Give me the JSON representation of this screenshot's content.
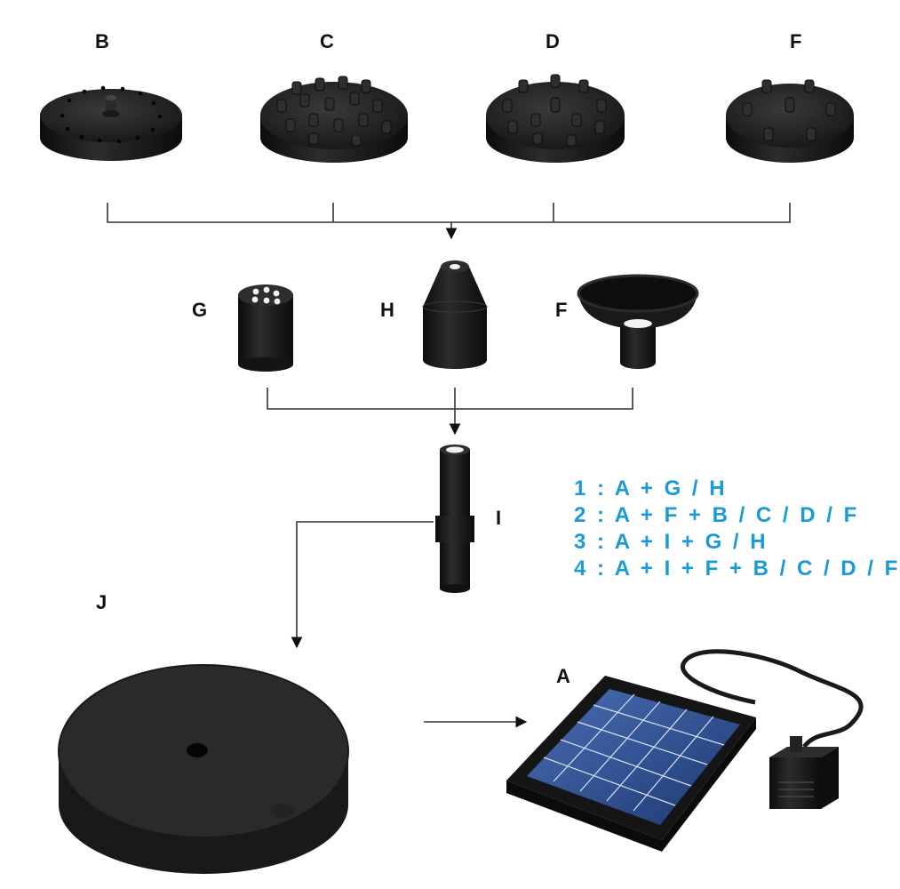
{
  "labels": {
    "b": "B",
    "c": "C",
    "d": "D",
    "f_top": "F",
    "g": "G",
    "h": "H",
    "f_mid": "F",
    "i": "I",
    "j": "J",
    "a": "A"
  },
  "combinations": [
    "1 : A + G / H",
    "2 : A + F + B / C / D / F",
    "3 : A + I + G / H",
    "4 : A + I + F + B / C / D / F"
  ],
  "colors": {
    "combination_text": "#1a9ad6",
    "part_color": "#1c1c1c",
    "connector": "#333333"
  },
  "icons": [
    "nozzle-b-icon",
    "nozzle-c-icon",
    "nozzle-d-icon",
    "nozzle-f-icon",
    "nozzle-g-icon",
    "nozzle-h-icon",
    "funnel-f-icon",
    "extension-tube-i-icon",
    "foam-float-j-icon",
    "solar-panel-pump-a-icon"
  ]
}
